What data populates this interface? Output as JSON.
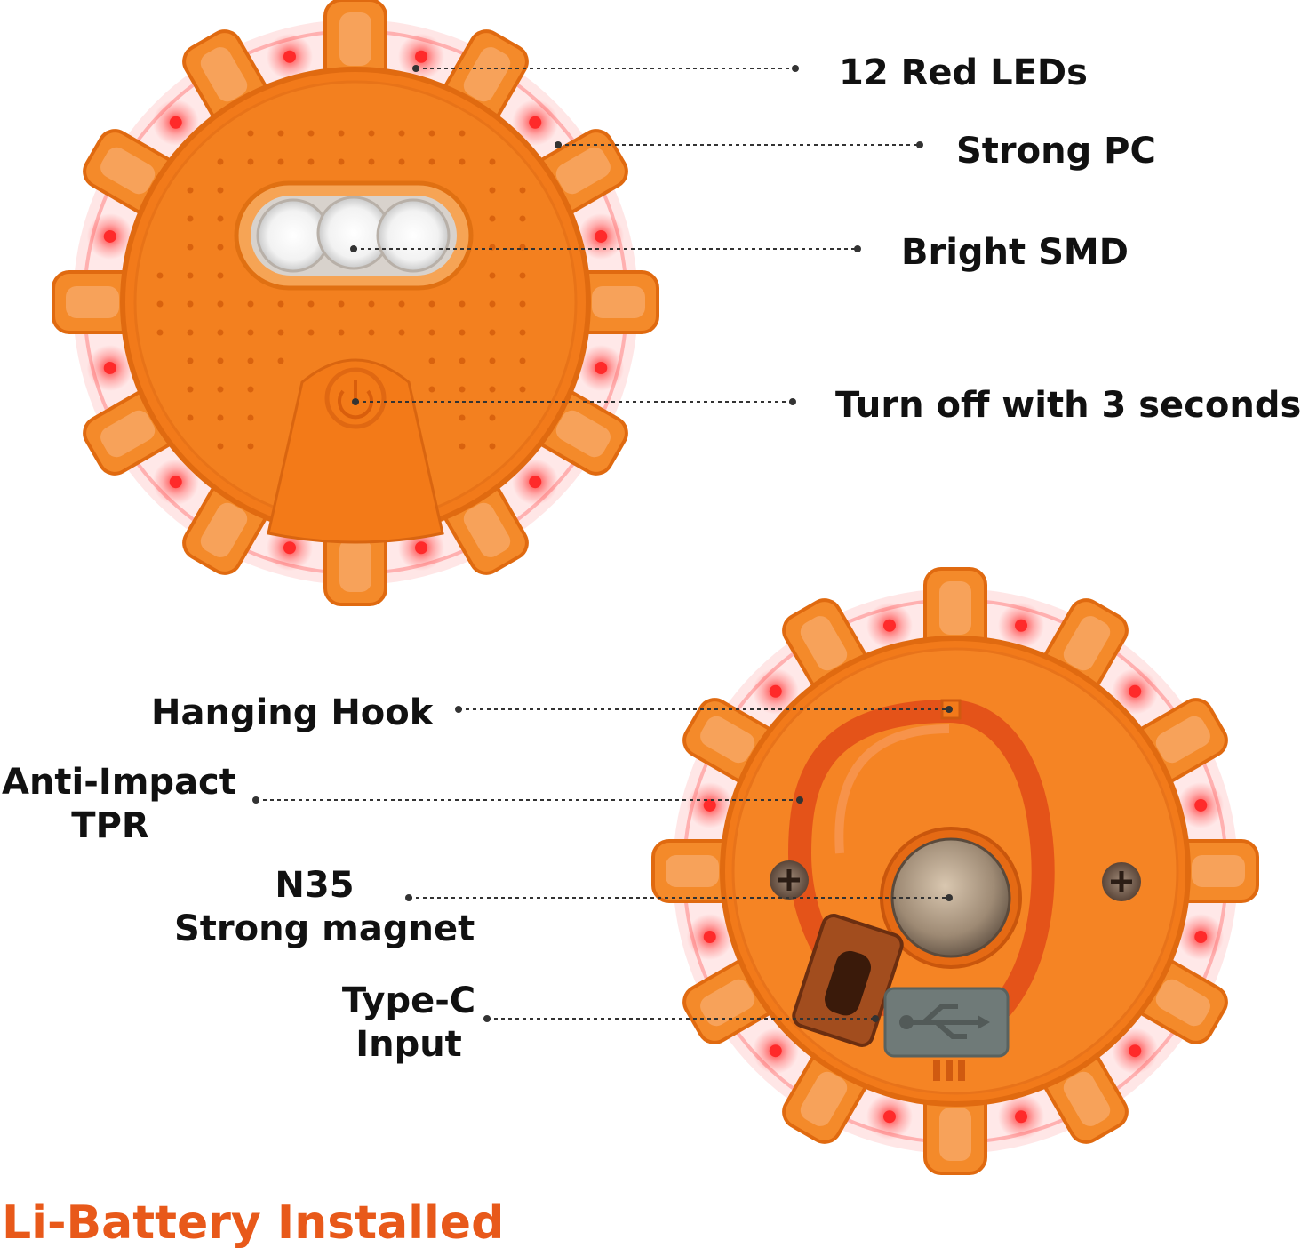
{
  "labels": {
    "red_leds": "12 Red LEDs",
    "strong_pc": "Strong PC",
    "bright_smd": "Bright SMD",
    "turn_off": "Turn off with 3 seconds",
    "hanging_hook": "Hanging Hook",
    "anti_impact_1": "Anti-Impact",
    "anti_impact_2": "TPR",
    "magnet_1": "N35",
    "magnet_2": "Strong magnet",
    "typec_1": "Type-C",
    "typec_2": "Input"
  },
  "footer": {
    "battery": "Li-Battery Installed"
  },
  "colors": {
    "body_orange": "#f27a1a",
    "tab_orange": "#f48a2a",
    "led_red": "#ff2a2a",
    "title_orange": "#e8591a",
    "usb_gray": "#6f7a78"
  }
}
